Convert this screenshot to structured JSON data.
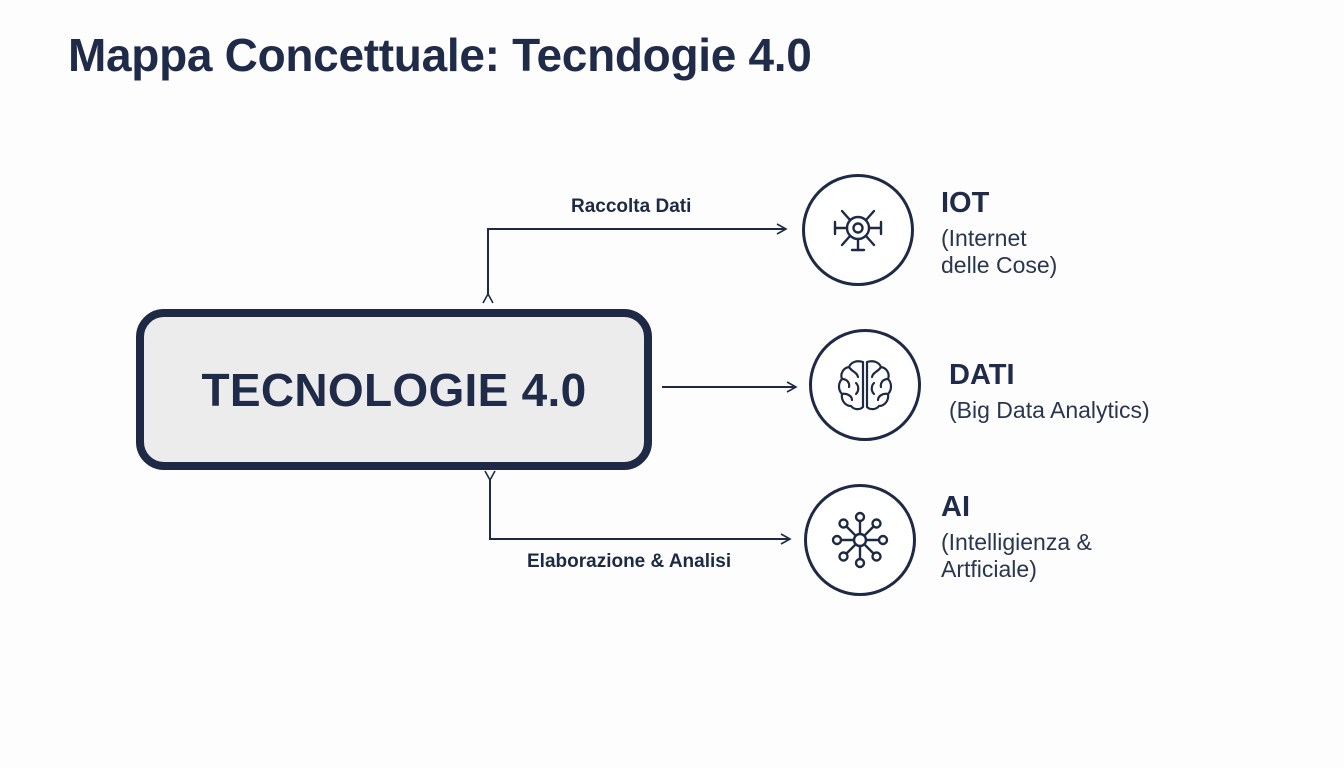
{
  "title": "Mappa Concettuale: Tecndogie 4.0",
  "central": {
    "label": "TECNOLOGIE 4.0"
  },
  "edges": {
    "collect": "Raccolta Dati",
    "process": "Elaborazione & Analisi"
  },
  "nodes": [
    {
      "title": "IOT",
      "desc": "(Internet\ndelle Cose)",
      "icon": "sensor-icon"
    },
    {
      "title": "DATI",
      "desc": "(Big Data Analytics)",
      "icon": "brain-icon"
    },
    {
      "title": "AI",
      "desc": "(Intelligienza &\nArtficiale)",
      "icon": "network-icon"
    }
  ],
  "colors": {
    "primary": "#1e2a45",
    "box_fill": "#ececec",
    "background": "#fdfdfd"
  }
}
